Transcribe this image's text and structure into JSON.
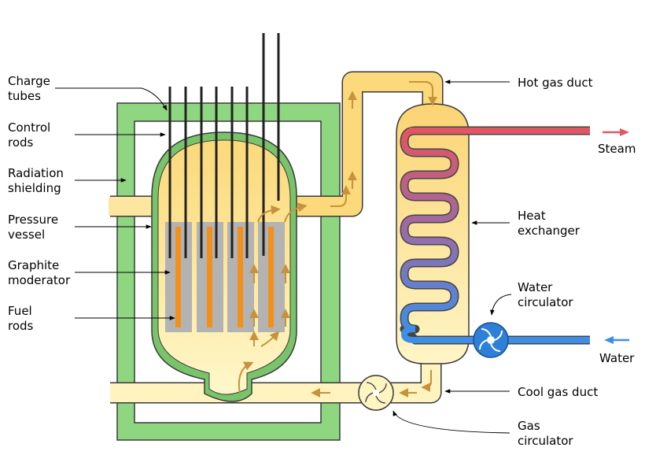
{
  "labels": {
    "charge_tubes": [
      "Charge",
      "tubes"
    ],
    "control_rods": [
      "Control",
      "rods"
    ],
    "radiation_shielding": [
      "Radiation",
      "shielding"
    ],
    "pressure_vessel": [
      "Pressure",
      "vessel"
    ],
    "graphite_moderator": [
      "Graphite",
      "moderator"
    ],
    "fuel_rods": [
      "Fuel",
      "rods"
    ],
    "hot_gas_duct": "Hot gas duct",
    "steam": "Steam",
    "heat_exchanger": [
      "Heat",
      "exchanger"
    ],
    "water_circulator": [
      "Water",
      "circulator"
    ],
    "water": "Water",
    "cool_gas_duct": "Cool gas duct",
    "gas_circulator": [
      "Gas",
      "circulator"
    ]
  },
  "colors": {
    "shield_green": "#8fd681",
    "vessel_green": "#79c46b",
    "hot_gas": "#fcd97a",
    "cool_gas": "#fff5c2",
    "graphite": "#b3b3b3",
    "fuel": "#f39019",
    "flow_arrow": "#c8913b",
    "steam_red": "#e05662",
    "water_blue": "#3e8ee6",
    "circulator_blue": "#2d7fd8"
  }
}
